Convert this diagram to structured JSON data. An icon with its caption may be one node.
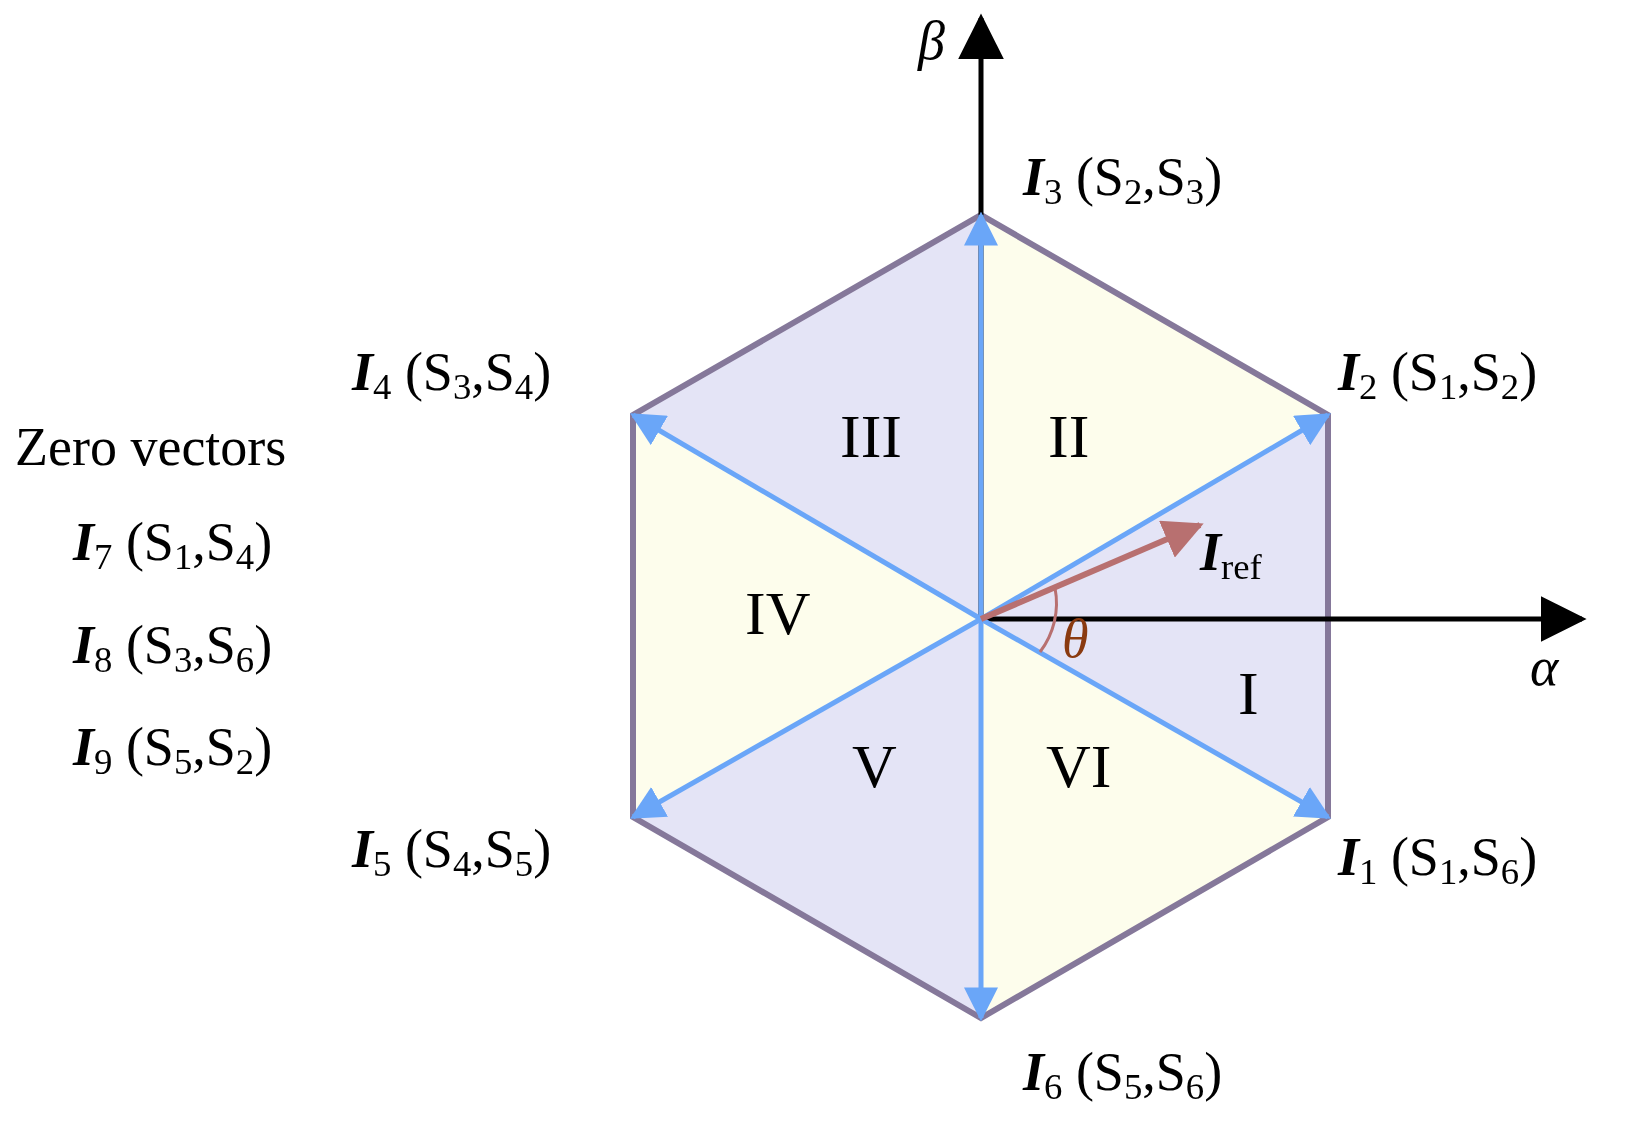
{
  "diagram": {
    "labels": [
      "β",
      "**I**$_{3}$ (S$_{2}$,S$_{3}$)",
      "**I**$_{4}$ (S$_{3}$,S$_{4}$)",
      "**I**$_{2}$ (S$_{1}$,S$_{2}$)",
      "Zero vectors",
      "III",
      "II",
      "**I**$_{7}$ (S$_{1}$,S$_{4}$)",
      "**I**$_{ref}$",
      "IV",
      "**I**$_{8}$ (S$_{3}$,S$_{6}$)",
      "θ",
      "α",
      "I",
      "**I**$_{9}$ (S$_{5}$,S$_{2}$)",
      "V",
      "VI",
      "**I**$_{5}$ (S$_{4}$,S$_{5}$)",
      "**I**$_{1}$ (S$_{1}$,S$_{6}$)",
      "**I**$_{6}$ (S$_{5}$,S$_{6}$)"
    ]
  }
}
